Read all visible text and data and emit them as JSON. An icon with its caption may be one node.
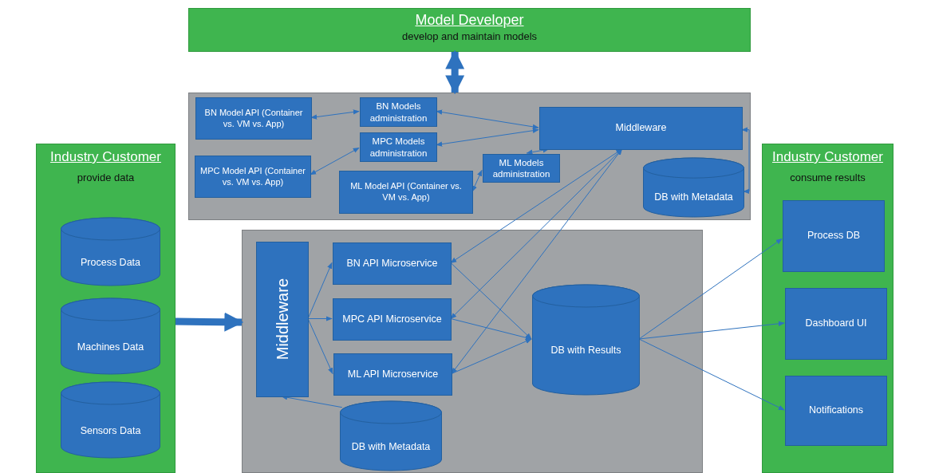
{
  "diagram": {
    "nodes": [
      {
        "text": [
          "Model Developer",
          "develop and maintain models"
        ]
      },
      {
        "text": [],
        "shape": "box"
      },
      {
        "text": [
          "BN Model API (Container vs. VM vs. App)"
        ],
        "in": 1
      },
      {
        "text": [
          "BN Models administration"
        ],
        "in": 1
      },
      {
        "text": [
          "Middleware"
        ],
        "in": 1
      },
      {
        "text": [
          "MPC Models administration"
        ],
        "in": 1
      },
      {
        "text": [
          "MPC Model API (Container vs. VM vs. App)"
        ],
        "in": 1
      },
      {
        "text": [
          "ML Models administration"
        ],
        "in": 1
      },
      {
        "text": [
          "ML Model API (Container vs. VM vs. App)"
        ],
        "in": 1
      },
      {
        "text": [
          "DB with Metadata"
        ],
        "in": 1
      },
      {
        "text": [
          "Industry Customer",
          "provide data"
        ]
      },
      {
        "text": [
          "Process Data"
        ],
        "in": 10
      },
      {
        "text": [
          "Machines Data"
        ],
        "in": 10
      },
      {
        "text": [
          "Sensors Data"
        ],
        "in": 10
      },
      {
        "text": [],
        "shape": "box"
      },
      {
        "text": [
          "Middleware"
        ],
        "in": 14
      },
      {
        "text": [
          "BN API Microservice"
        ],
        "in": 14
      },
      {
        "text": [
          "MPC API Microservice"
        ],
        "in": 14
      },
      {
        "text": [
          "ML API Microservice"
        ],
        "in": 14
      },
      {
        "text": [
          "DB with Results"
        ],
        "in": 14
      },
      {
        "text": [
          "DB with Metadata"
        ],
        "in": 14
      },
      {
        "text": [
          "Industry Customer",
          "consume results"
        ]
      },
      {
        "text": [
          "Process DB"
        ],
        "in": 21
      },
      {
        "text": [
          "Dashboard UI"
        ],
        "in": 21
      },
      {
        "text": [
          "Notifications"
        ],
        "in": 21
      }
    ],
    "edges": [
      {
        "from": 0,
        "to": 1,
        "arrow": "both",
        "style": "thick"
      },
      {
        "from": 2,
        "to": 3,
        "arrow": "both"
      },
      {
        "from": 3,
        "to": 4,
        "arrow": "both"
      },
      {
        "from": 5,
        "to": 4,
        "arrow": "both"
      },
      {
        "from": 6,
        "to": 5,
        "arrow": "both"
      },
      {
        "from": 4,
        "to": 7,
        "arrow": "both"
      },
      {
        "from": 8,
        "to": 7,
        "arrow": "both"
      },
      {
        "from": 4,
        "to": 9,
        "arrow": "both"
      },
      {
        "from": 4,
        "to": 16,
        "arrow": "both"
      },
      {
        "from": 4,
        "to": 17,
        "arrow": "both"
      },
      {
        "from": 4,
        "to": 18,
        "arrow": "both"
      },
      {
        "from": 10,
        "to": 14,
        "arrow": "to",
        "style": "thick"
      },
      {
        "from": 15,
        "to": 16,
        "arrow": "to"
      },
      {
        "from": 15,
        "to": 17,
        "arrow": "to"
      },
      {
        "from": 15,
        "to": 18,
        "arrow": "to"
      },
      {
        "from": 20,
        "to": 15,
        "arrow": "to"
      },
      {
        "from": 16,
        "to": 19,
        "arrow": "to"
      },
      {
        "from": 17,
        "to": 19,
        "arrow": "to"
      },
      {
        "from": 18,
        "to": 19,
        "arrow": "to"
      },
      {
        "from": 19,
        "to": 22,
        "arrow": "to"
      },
      {
        "from": 19,
        "to": 23,
        "arrow": "to"
      },
      {
        "from": 19,
        "to": 24,
        "arrow": "to"
      }
    ]
  }
}
